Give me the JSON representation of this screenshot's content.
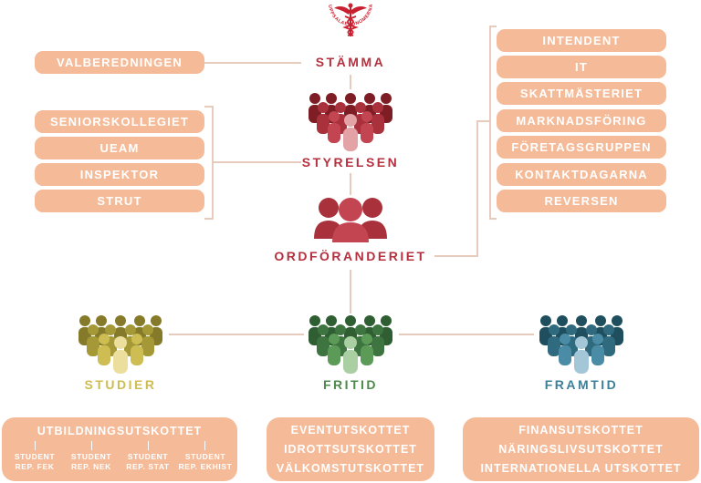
{
  "logo": {
    "text": "UPPSALAEKONOMERNA",
    "color": "#c8202f"
  },
  "colors": {
    "pill": "#f5bb98",
    "connector": "#e7ccbd",
    "main": "#b5313f",
    "studier": "#cdbd52",
    "fritid": "#4f8a4c",
    "framtid": "#3e7f97"
  },
  "nodes": {
    "stamma": "STÄMMA",
    "styrelsen": "STYRELSEN",
    "ordforanderiet": "ORDFÖRANDERIET"
  },
  "left_top": "VALBEREDNINGEN",
  "left_list": [
    "SENIORSKOLLEGIET",
    "UEAM",
    "INSPEKTOR",
    "STRUT"
  ],
  "right_list": [
    "INTENDENT",
    "IT",
    "SKATTMÄSTERIET",
    "MARKNADSFÖRING",
    "FÖRETAGSGRUPPEN",
    "KONTAKTDAGARNA",
    "REVERSEN"
  ],
  "groups": {
    "studier": {
      "title": "STUDIER",
      "box_title": "UTBILDNINGSUTSKOTTET",
      "subs": [
        {
          "l1": "STUDENT",
          "l2": "REP. FEK"
        },
        {
          "l1": "STUDENT",
          "l2": "REP. NEK"
        },
        {
          "l1": "STUDENT",
          "l2": "REP. STAT"
        },
        {
          "l1": "STUDENT",
          "l2": "REP. EKHIST"
        }
      ]
    },
    "fritid": {
      "title": "FRITID",
      "items": [
        "EVENTUTSKOTTET",
        "IDROTTSUTSKOTTET",
        "VÄLKOMSTUTSKOTTET"
      ]
    },
    "framtid": {
      "title": "FRAMTID",
      "items": [
        "FINANSUTSKOTTET",
        "NÄRINGSLIVSUTSKOTTET",
        "INTERNATIONELLA UTSKOTTET"
      ]
    }
  }
}
